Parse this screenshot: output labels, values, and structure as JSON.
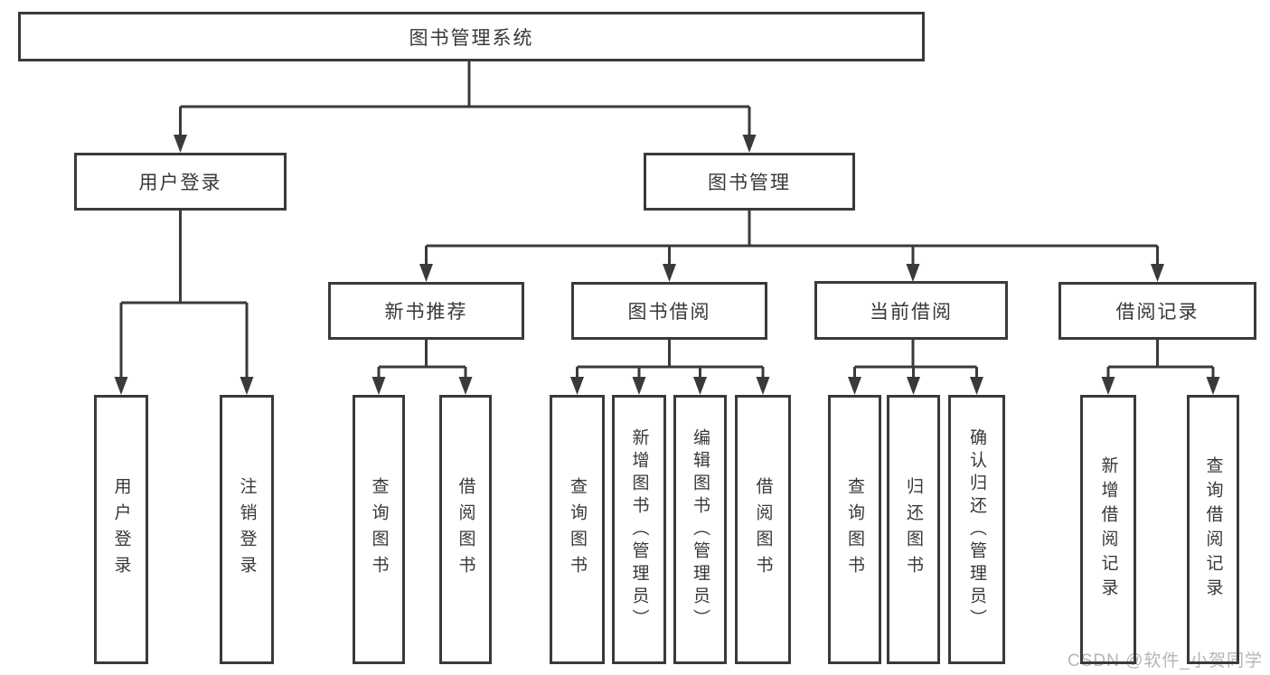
{
  "hierarchy": {
    "label": "图书管理系统",
    "children": [
      {
        "label": "用户登录",
        "children": [
          {
            "label": "用户登录"
          },
          {
            "label": "注销登录"
          }
        ]
      },
      {
        "label": "图书管理",
        "children": [
          {
            "label": "新书推荐",
            "children": [
              {
                "label": "查询图书"
              },
              {
                "label": "借阅图书"
              }
            ]
          },
          {
            "label": "图书借阅",
            "children": [
              {
                "label": "查询图书"
              },
              {
                "label": "新增图书（管理员）"
              },
              {
                "label": "编辑图书（管理员）"
              },
              {
                "label": "借阅图书"
              }
            ]
          },
          {
            "label": "当前借阅",
            "children": [
              {
                "label": "查询图书"
              },
              {
                "label": "归还图书"
              },
              {
                "label": "确认归还（管理员）"
              }
            ]
          },
          {
            "label": "借阅记录",
            "children": [
              {
                "label": "新增借阅记录"
              },
              {
                "label": "查询借阅记录"
              }
            ]
          }
        ]
      }
    ]
  },
  "watermark": "CSDN @软件_小贺同学",
  "colors": {
    "line": "#3a3a3a",
    "text": "#383838",
    "box_background": "#ffffff",
    "watermark": "#b5b5b5",
    "background": "#ffffff"
  },
  "diagram_type": "tree"
}
